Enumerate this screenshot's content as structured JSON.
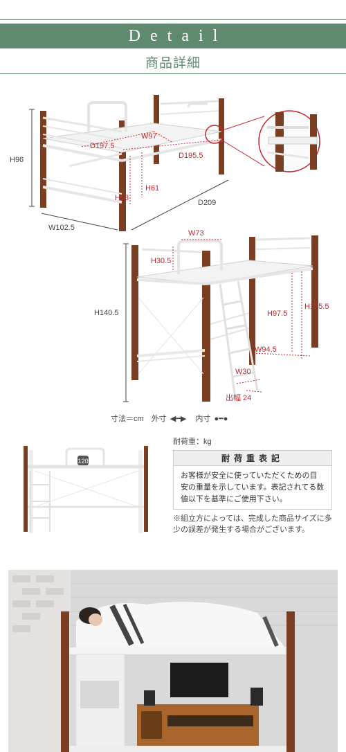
{
  "header": {
    "title": "Detail",
    "subtitle": "商品詳細"
  },
  "dimensions_top": {
    "height": "H96",
    "width": "W102.5",
    "depth": "D209",
    "inner_width": "W97",
    "inner_depth_outer": "D197.5",
    "inner_depth": "D195.5",
    "clearance_a": "H53",
    "clearance_b": "H61"
  },
  "dimensions_side": {
    "height": "H140.5",
    "rail_width": "W73",
    "rail_height": "H30.5",
    "under_height_outer": "H105.5",
    "under_height_inner": "H97.5",
    "under_width": "W94.5",
    "ladder_width": "W30",
    "opening_width": "出幅 24"
  },
  "legend": {
    "unit": "寸法＝cm",
    "outer": "外寸",
    "inner": "内寸"
  },
  "load": {
    "caption": "耐荷重：kg",
    "badge": "120",
    "box_title": "耐荷重表記",
    "box_text": "お客様が安全に使っていただくための目安の重量を示しています。表記されてる数値以下を基準にご使用下さい。"
  },
  "footnote": "※組立方によっては、完成した商品サイズに多少の誤差が発生する場合がございます。",
  "colors": {
    "accent": "#5f8a6e",
    "wood": "#7a3f22",
    "dimension_red": "#c0282d",
    "frame": "#f4f4f4"
  }
}
